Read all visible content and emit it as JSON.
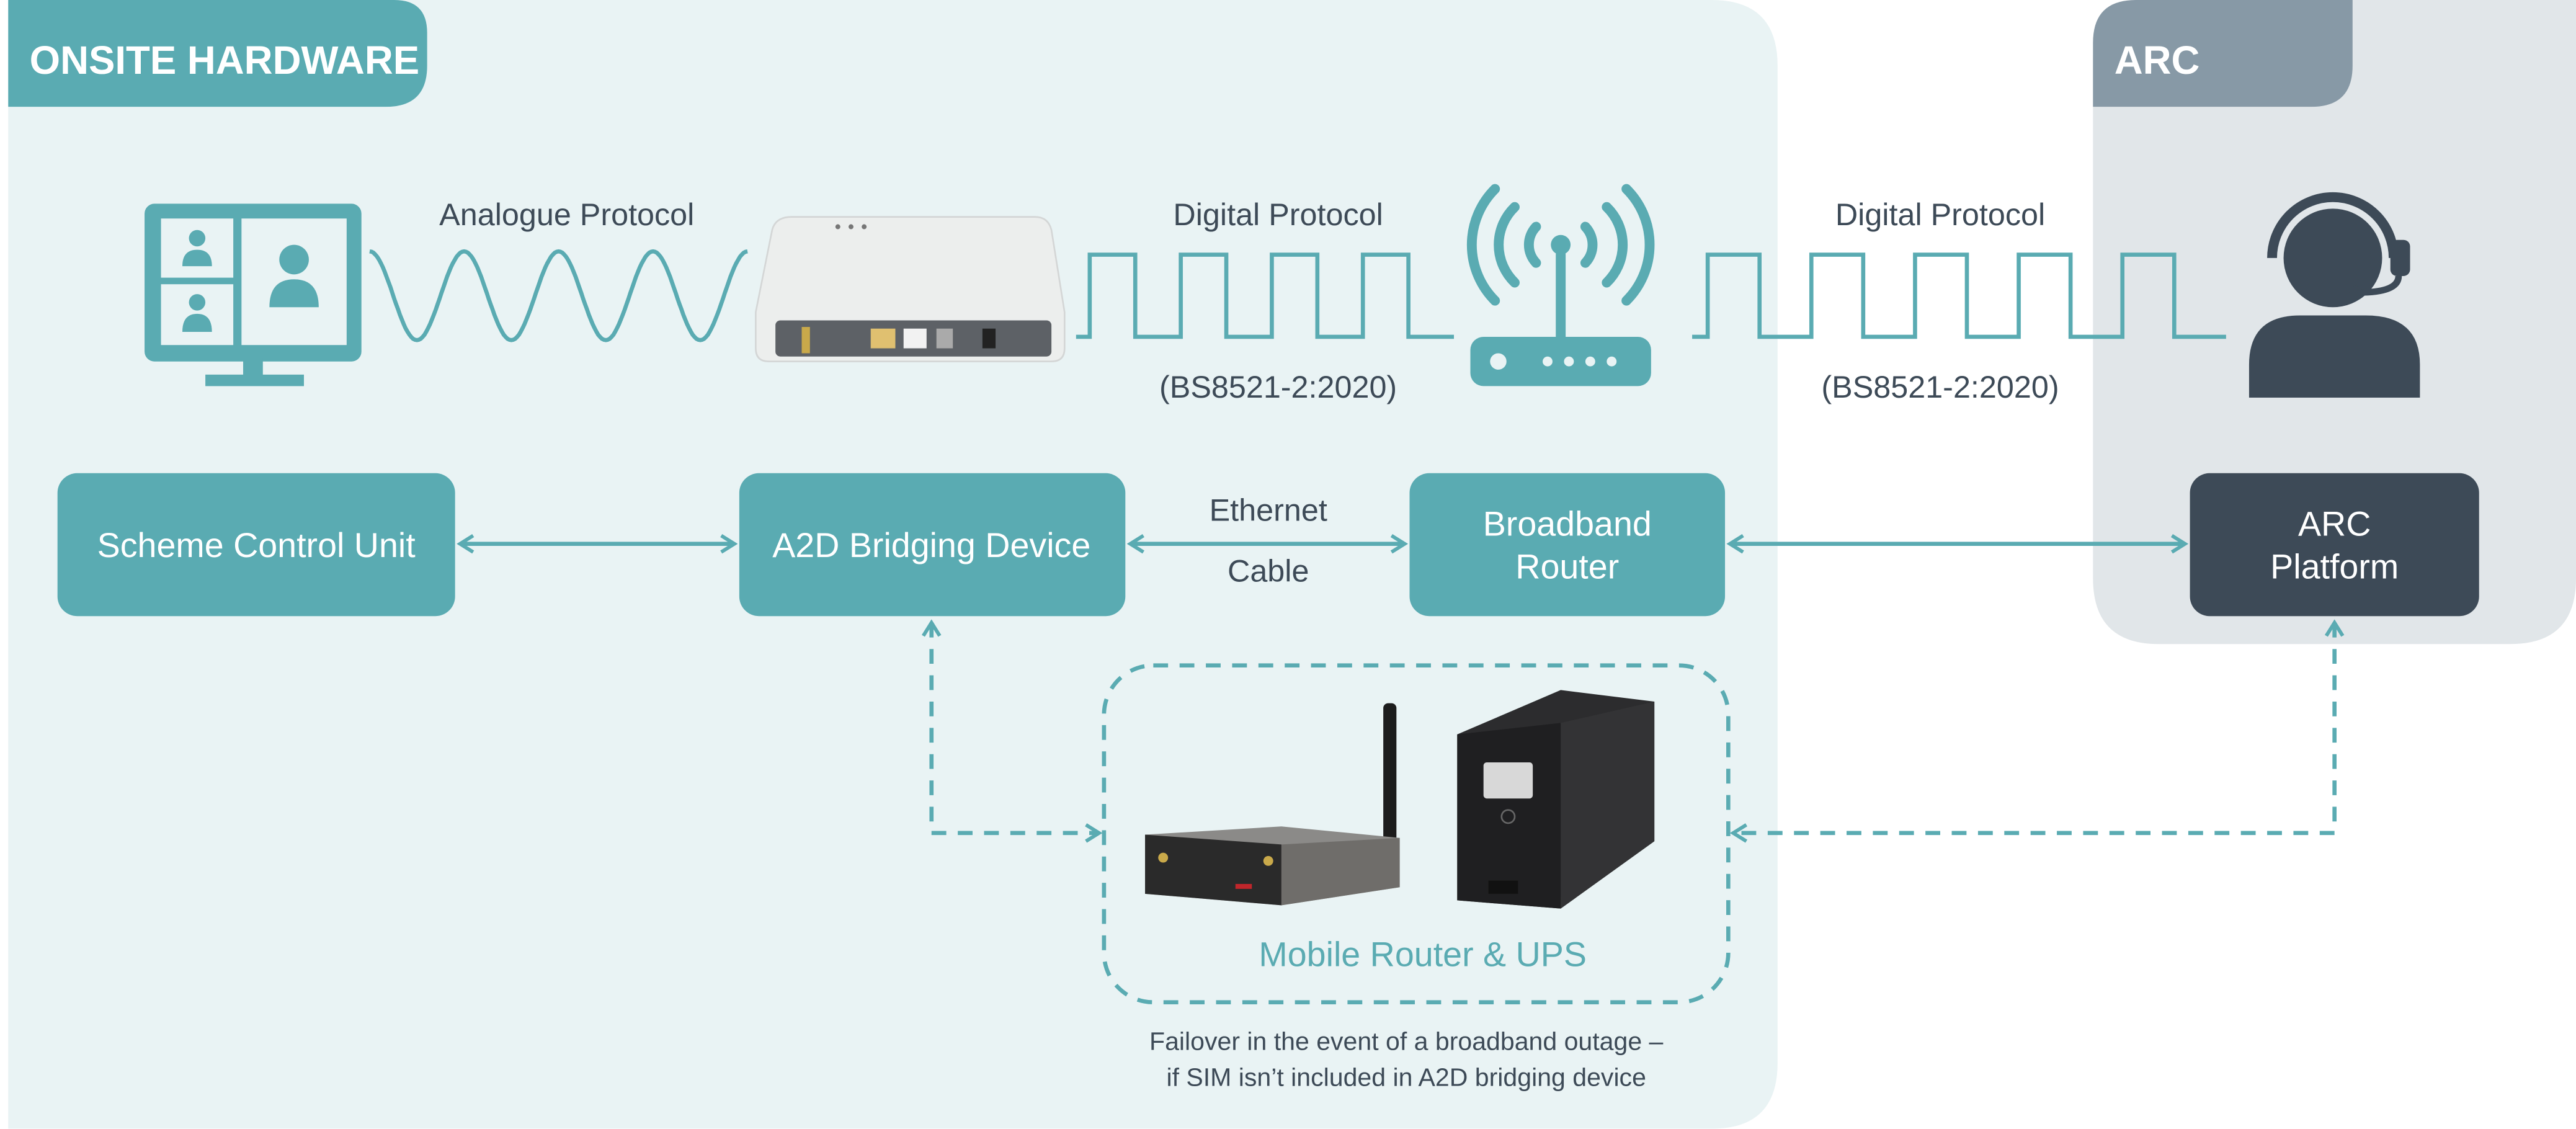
{
  "colors": {
    "teal": "#5aabb2",
    "onsite_bg": "#e9f3f4",
    "arc_bg": "#e1e6e9",
    "arc_header": "#8799a6",
    "dark": "#3d4a57"
  },
  "sections": {
    "onsite": "ONSITE HARDWARE",
    "arc": "ARC"
  },
  "protocols": {
    "analogue": "Analogue Protocol",
    "digital_1": "Digital Protocol",
    "standard_1": "(BS8521-2:2020)",
    "digital_2": "Digital Protocol",
    "standard_2": "(BS8521-2:2020)"
  },
  "icons": [
    "monitor-video-call-icon",
    "a2d-device-image",
    "wifi-router-icon",
    "operator-headset-icon",
    "mobile-router-image",
    "ups-image"
  ],
  "nodes": {
    "scheme": "Scheme Control Unit",
    "a2d": "A2D Bridging Device",
    "broadband_1": "Broadband",
    "broadband_2": "Router",
    "arc_1": "ARC",
    "arc_2": "Platform"
  },
  "connection": {
    "line1": "Ethernet",
    "line2": "Cable"
  },
  "failover": {
    "label": "Mobile Router & UPS",
    "note_1": "Failover in the event of a broadband outage –",
    "note_2": "if SIM isn’t included in A2D bridging device"
  }
}
